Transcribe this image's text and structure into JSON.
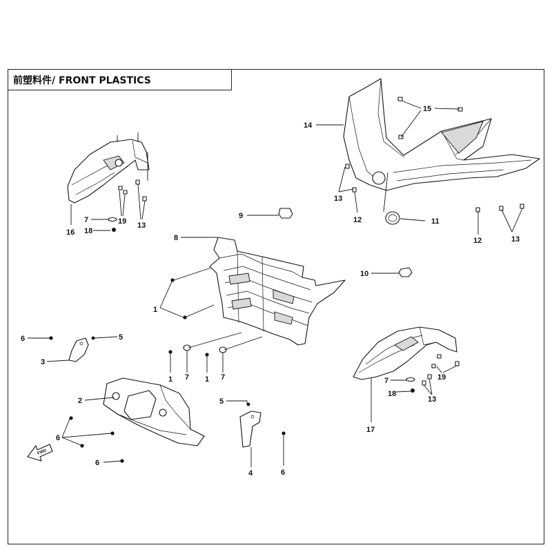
{
  "title": "前塑料件/ FRONT PLASTICS",
  "callouts": [
    {
      "id": "c14",
      "text": "14"
    },
    {
      "id": "c15",
      "text": "15"
    },
    {
      "id": "c13a",
      "text": "13"
    },
    {
      "id": "c12a",
      "text": "12"
    },
    {
      "id": "c11",
      "text": "11"
    },
    {
      "id": "c12b",
      "text": "12"
    },
    {
      "id": "c13b",
      "text": "13"
    },
    {
      "id": "c16",
      "text": "16"
    },
    {
      "id": "c7a",
      "text": "7"
    },
    {
      "id": "c19a",
      "text": "19"
    },
    {
      "id": "c13c",
      "text": "13"
    },
    {
      "id": "c18a",
      "text": "18"
    },
    {
      "id": "c9",
      "text": "9"
    },
    {
      "id": "c8",
      "text": "8"
    },
    {
      "id": "c10",
      "text": "10"
    },
    {
      "id": "c1a",
      "text": "1"
    },
    {
      "id": "c6a",
      "text": "6"
    },
    {
      "id": "c5a",
      "text": "5"
    },
    {
      "id": "c3",
      "text": "3"
    },
    {
      "id": "c1b",
      "text": "1"
    },
    {
      "id": "c7b",
      "text": "7"
    },
    {
      "id": "c1c",
      "text": "1"
    },
    {
      "id": "c7c",
      "text": "7"
    },
    {
      "id": "c7d",
      "text": "7"
    },
    {
      "id": "c19b",
      "text": "19"
    },
    {
      "id": "c18b",
      "text": "18"
    },
    {
      "id": "c13d",
      "text": "13"
    },
    {
      "id": "c17",
      "text": "17"
    },
    {
      "id": "c2",
      "text": "2"
    },
    {
      "id": "c5b",
      "text": "5"
    },
    {
      "id": "c6b",
      "text": "6"
    },
    {
      "id": "c4",
      "text": "4"
    },
    {
      "id": "c6c",
      "text": "6"
    },
    {
      "id": "c6d",
      "text": "6"
    }
  ],
  "fwd_label": "FWD"
}
